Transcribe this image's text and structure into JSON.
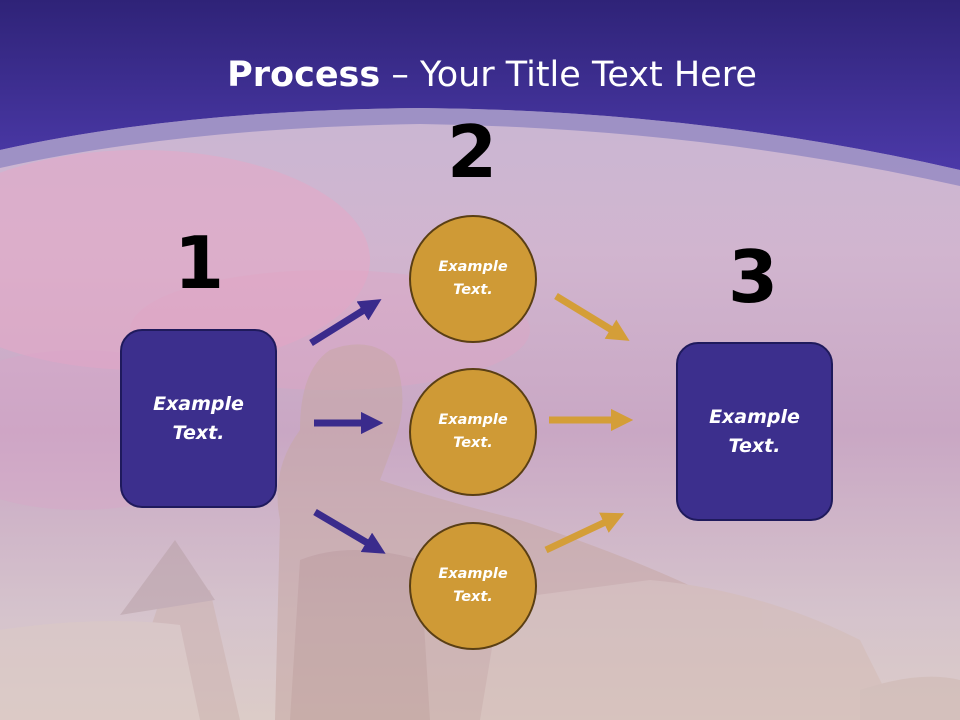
{
  "title": {
    "bold": "Process",
    "rest": " – Your Title Text Here"
  },
  "steps": {
    "one": "1",
    "two": "2",
    "three": "3"
  },
  "left_box": {
    "text": "Example Text."
  },
  "right_box": {
    "text": "Example Text."
  },
  "circles": [
    {
      "text": "Example Text."
    },
    {
      "text": "Example Text."
    },
    {
      "text": "Example Text."
    }
  ],
  "colors": {
    "header": "#42309a",
    "box_fill": "#3c2f8d",
    "circle_fill": "#cf9a36",
    "arrow_purple": "#3a2b8c",
    "arrow_gold": "#d49e38"
  }
}
